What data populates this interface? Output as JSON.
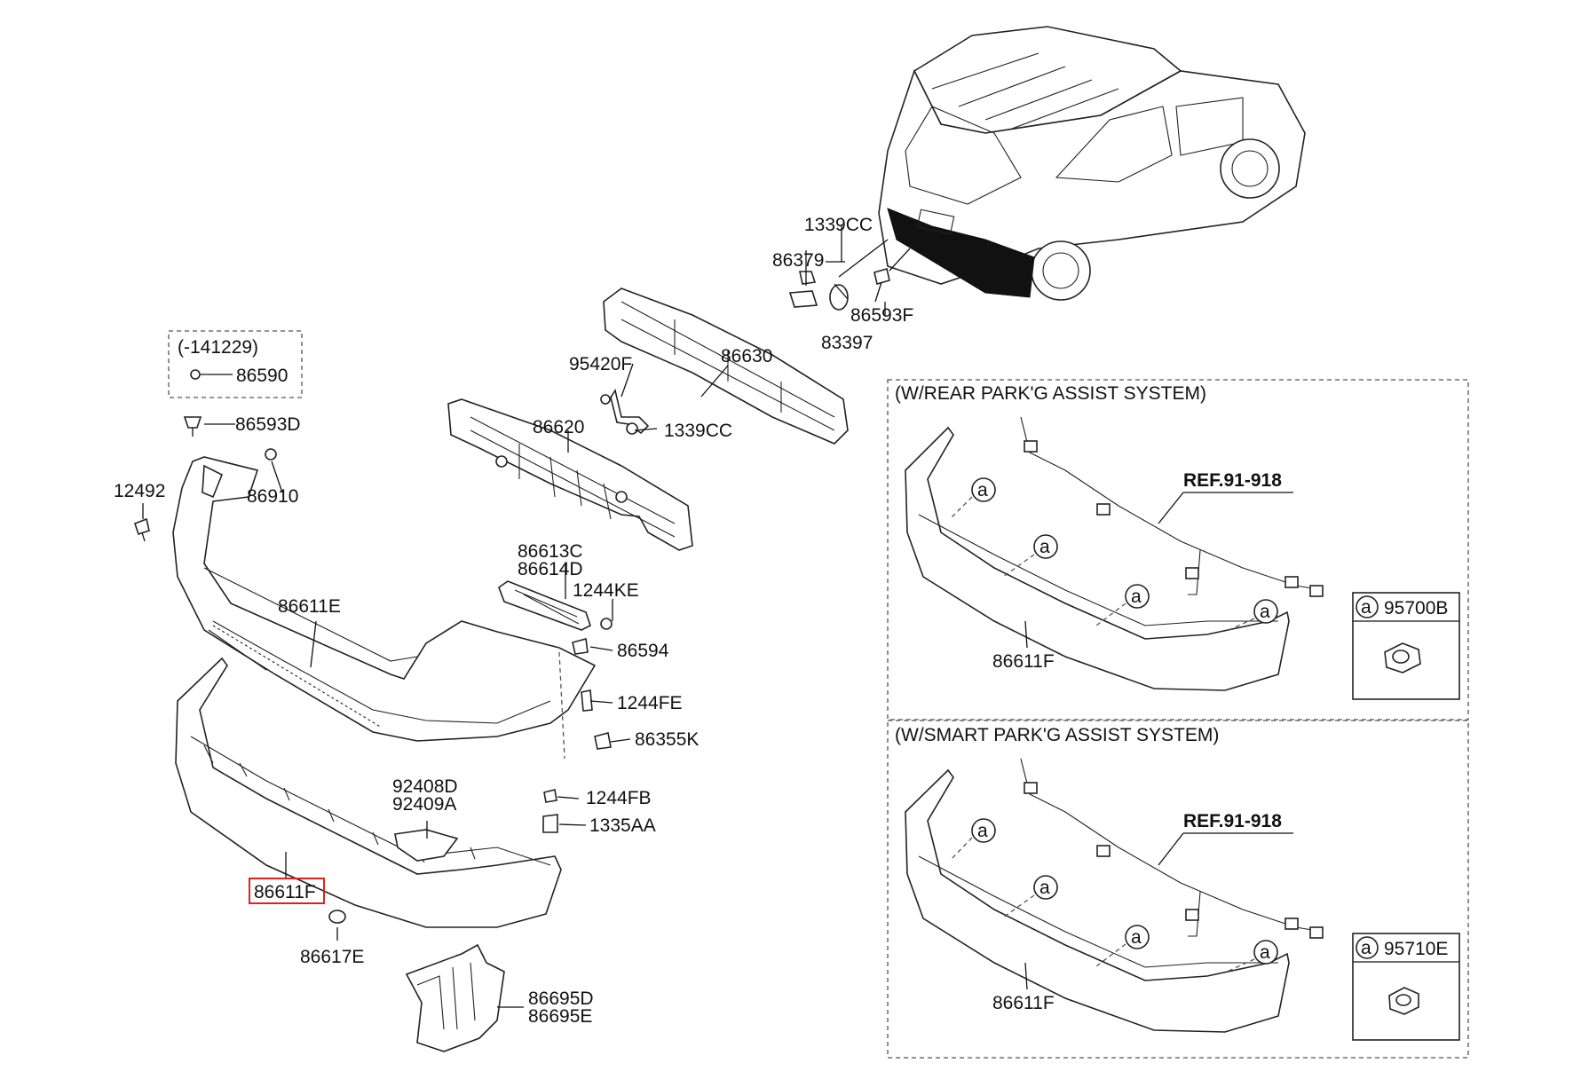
{
  "callouts": {
    "c1339cc_top": "1339CC",
    "c86379": "86379",
    "c86593f": "86593F",
    "c83397": "83397",
    "c95420f": "95420F",
    "c86630": "86630",
    "c1339cc_mid": "1339CC",
    "c86620": "86620",
    "c86613c": "86613C",
    "c86614d": "86614D",
    "c1244ke": "1244KE",
    "c86594": "86594",
    "c1244fe": "1244FE",
    "c86355k": "86355K",
    "c1244fb": "1244FB",
    "c1335aa": "1335AA",
    "c92408d": "92408D",
    "c92409a": "92409A",
    "c86617e": "86617E",
    "c86695d": "86695D",
    "c86695e": "86695E",
    "c86593d": "86593D",
    "c86910": "86910",
    "c12492": "12492",
    "c86611e": "86611E",
    "c86611f_highlight": "86611F"
  },
  "dated_box": {
    "range": "(-141229)",
    "part": "86590"
  },
  "panel_rear": {
    "title": "(W/REAR PARK'G ASSIST SYSTEM)",
    "ref": "REF.91-918",
    "bumper": "86611F",
    "marker": "a",
    "sensor_marker": "a",
    "sensor_part": "95700B"
  },
  "panel_smart": {
    "title": "(W/SMART PARK'G ASSIST SYSTEM)",
    "ref": "REF.91-918",
    "bumper": "86611F",
    "marker": "a",
    "sensor_marker": "a",
    "sensor_part": "95710E"
  },
  "colors": {
    "highlight_box": "#e02020",
    "ink": "#111111"
  }
}
